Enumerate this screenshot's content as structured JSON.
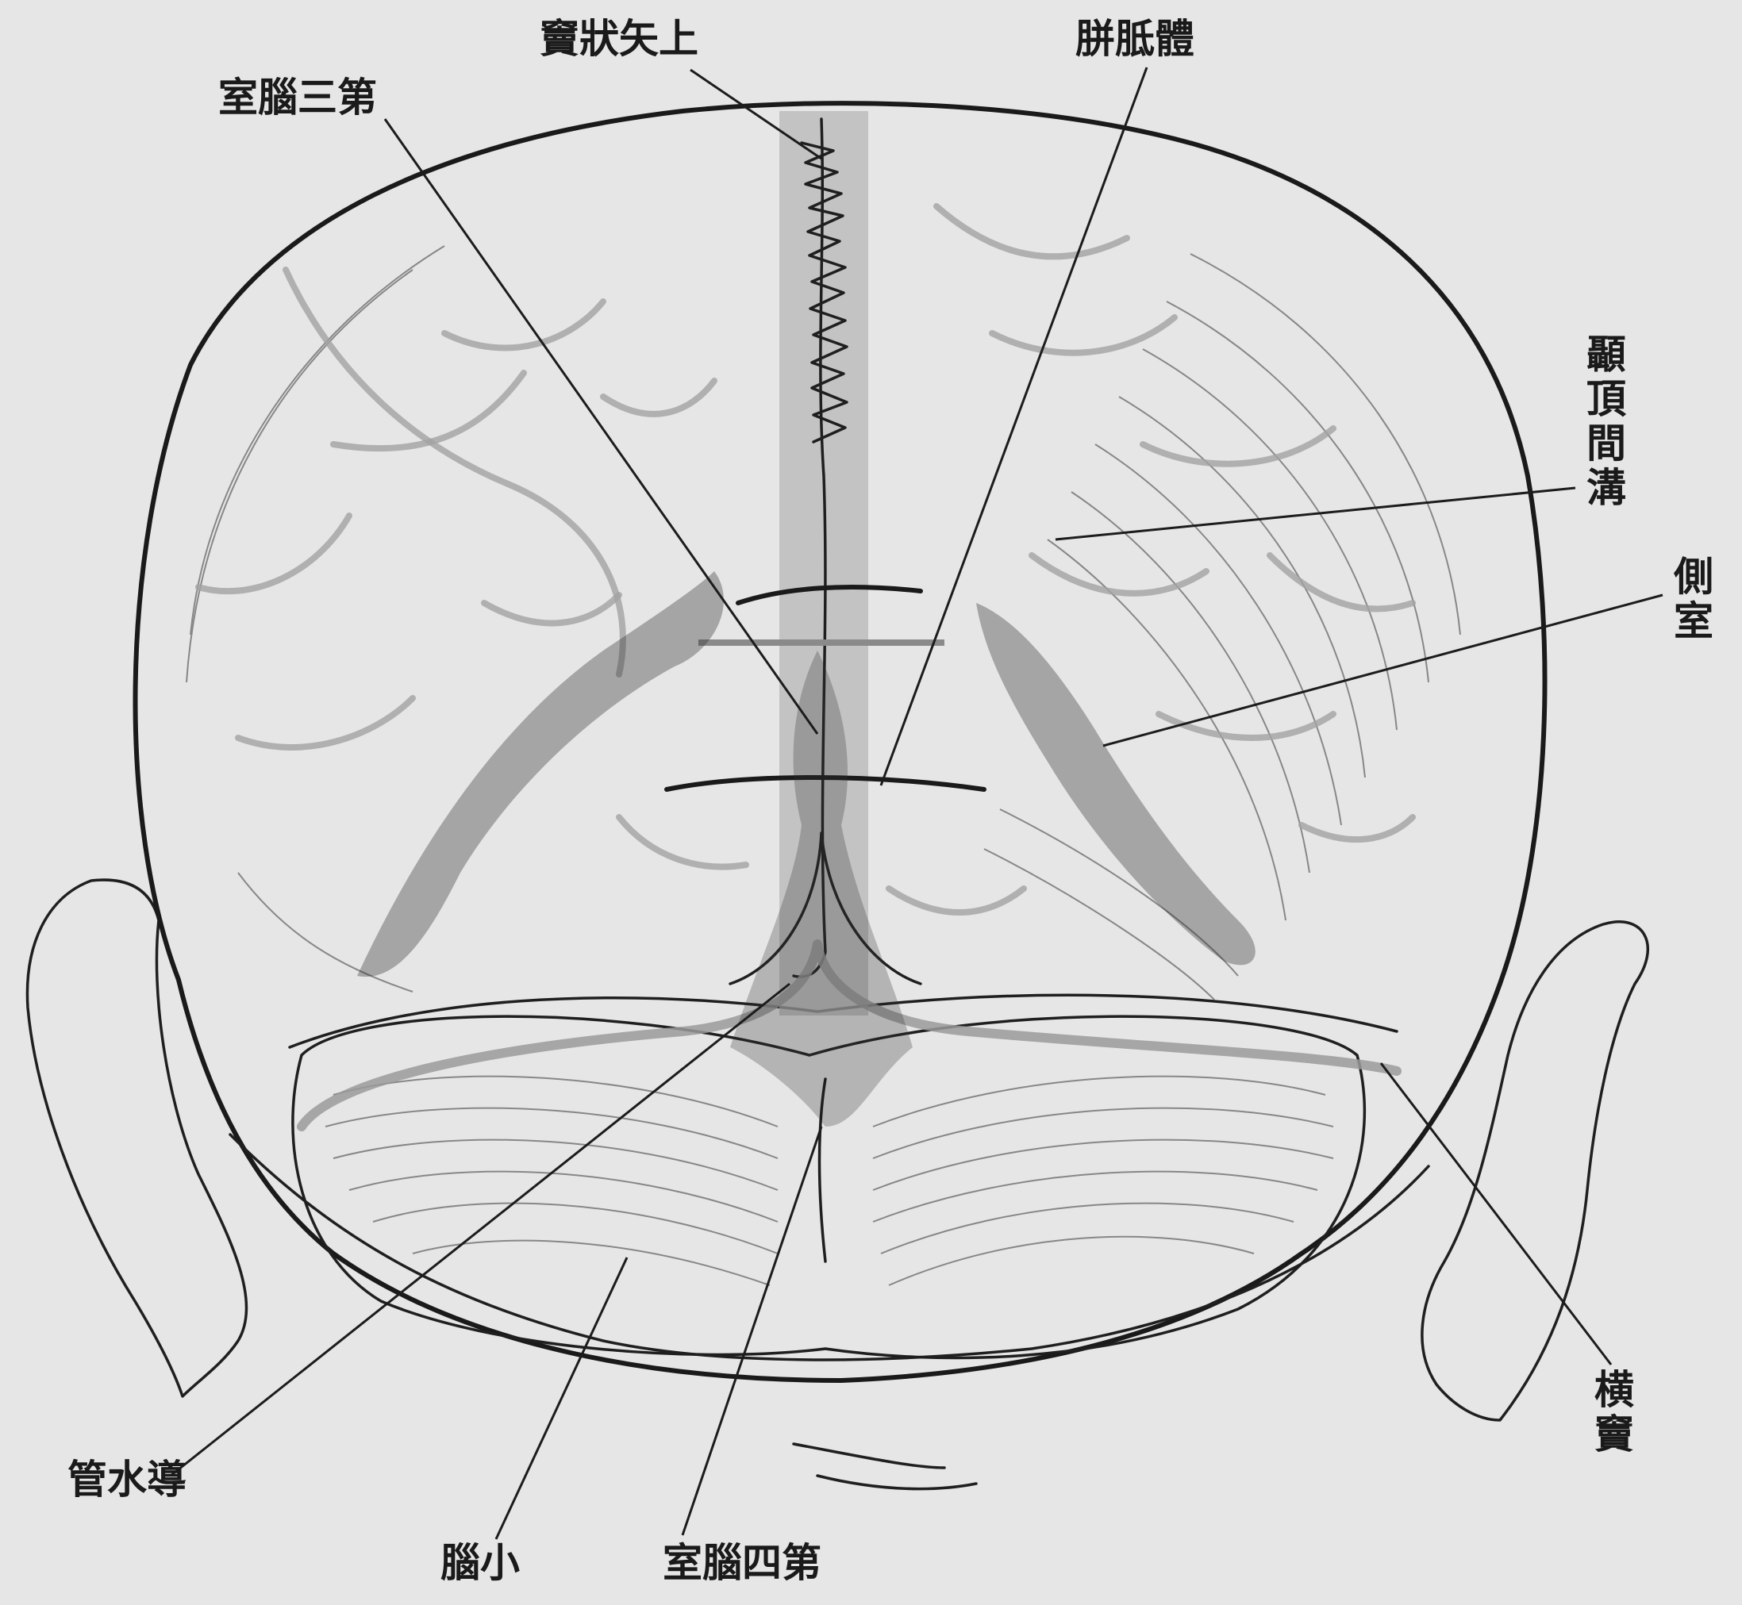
{
  "labels": {
    "superior_sagittal_sinus": "竇狀矢上",
    "third_ventricle": "室腦三第",
    "corpus_callosum": "胼胝體",
    "parieto_occipital_sulcus": "顳頂間溝",
    "lateral_ventricle": "側室",
    "transverse_sinus": "横竇",
    "cerebral_aqueduct": "管水導",
    "cerebellum": "腦小",
    "fourth_ventricle": "室腦四第"
  },
  "colors": {
    "background": "#e6e6e6",
    "ink": "#1f1f1f",
    "vessel": "#9a9a9a"
  }
}
